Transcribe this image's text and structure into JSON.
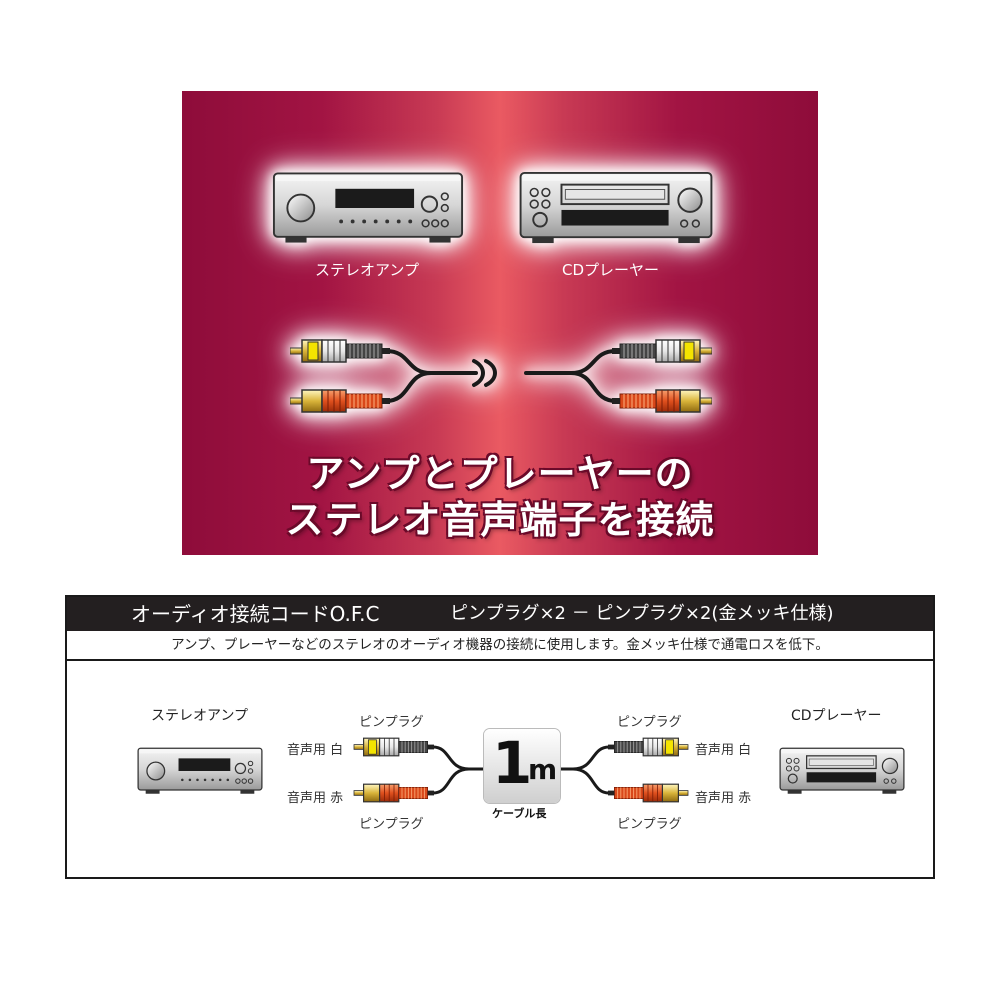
{
  "banner": {
    "amp_label": "ステレオアンプ",
    "cd_label": "CDプレーヤー",
    "headline_line1": "アンプとプレーヤーの",
    "headline_line2": "ステレオ音声端子を接続"
  },
  "spec": {
    "title_product": "オーディオ接続コードO.F.C",
    "title_spec": "ピンプラグ×2 － ピンプラグ×2(金メッキ仕様)",
    "description": "アンプ、プレーヤーなどのステレオのオーディオ機器の接続に使用します。金メッキ仕様で通電ロスを低下。",
    "amp_label": "ステレオアンプ",
    "cd_label": "CDプレーヤー",
    "pin_plug_label": "ピンプラグ",
    "white_label": "音声用 白",
    "red_label": "音声用 赤",
    "cable_length_number": "1",
    "cable_length_unit": "m",
    "cable_length_caption": "ケーブル長"
  },
  "colors": {
    "banner_dark": "#8e0c3a",
    "banner_center": "#ea5a62",
    "title_bar": "#231f20",
    "plug_white": "#f5f5f5",
    "plug_yellow": "#f4e400",
    "plug_red": "#e0501e"
  }
}
